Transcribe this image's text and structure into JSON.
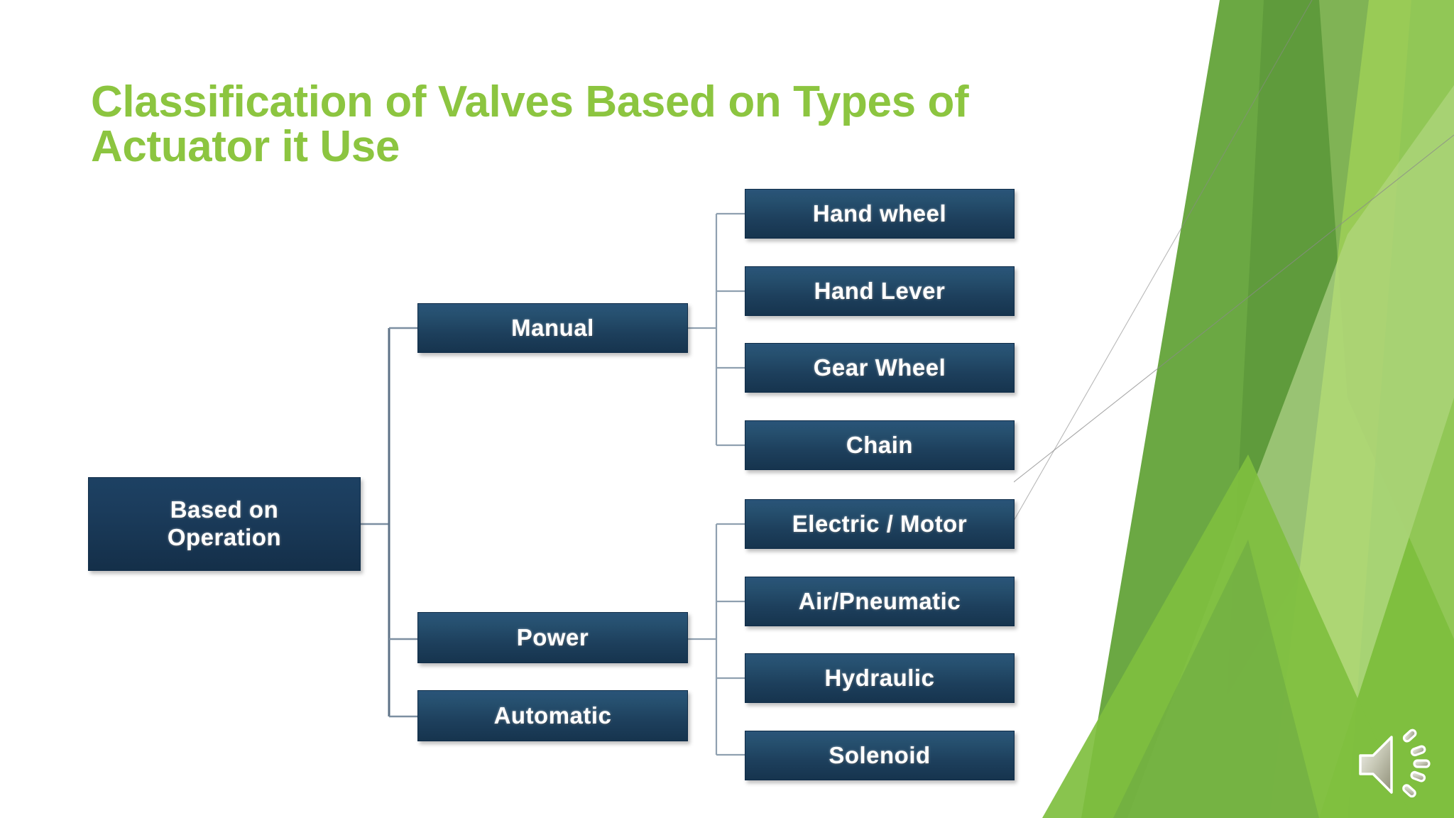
{
  "slide": {
    "title": "Classification of Valves Based on Types of Actuator it Use",
    "title_color": "#8CC540",
    "background_color": "#FFFFFF"
  },
  "chart_data": {
    "type": "diagram",
    "diagram_kind": "organization-tree",
    "title": "Classification of Valves Based on Types of Actuator it Use",
    "node_fill_color": "#1D3F5C",
    "node_text_color": "#FFFFFF",
    "connector_color": "#8497A8",
    "root": {
      "label": "Based on\nOperation",
      "children": [
        {
          "label": "Manual",
          "children": [
            {
              "label": "Hand wheel"
            },
            {
              "label": "Hand Lever"
            },
            {
              "label": "Gear Wheel"
            },
            {
              "label": "Chain"
            }
          ]
        },
        {
          "label": "Power",
          "children": [
            {
              "label": "Electric / Motor"
            },
            {
              "label": "Air/Pneumatic"
            },
            {
              "label": "Hydraulic"
            },
            {
              "label": "Solenoid"
            }
          ]
        },
        {
          "label": "Automatic",
          "children": []
        }
      ]
    }
  },
  "nodes": {
    "root": "Based on\nOperation",
    "manual": "Manual",
    "power": "Power",
    "automatic": "Automatic",
    "hand_wheel": "Hand wheel",
    "hand_lever": "Hand Lever",
    "gear_wheel": "Gear Wheel",
    "chain": "Chain",
    "electric_motor": "Electric / Motor",
    "air_pneumatic": "Air/Pneumatic",
    "hydraulic": "Hydraulic",
    "solenoid": "Solenoid"
  },
  "decoration": {
    "greens": [
      "#6BA843",
      "#7FBF3F",
      "#8DC63F",
      "#5E9A3C",
      "#A8D173",
      "#D9EBBE",
      "#EDF5DF"
    ]
  },
  "media": {
    "audio_icon": "speaker-icon"
  }
}
